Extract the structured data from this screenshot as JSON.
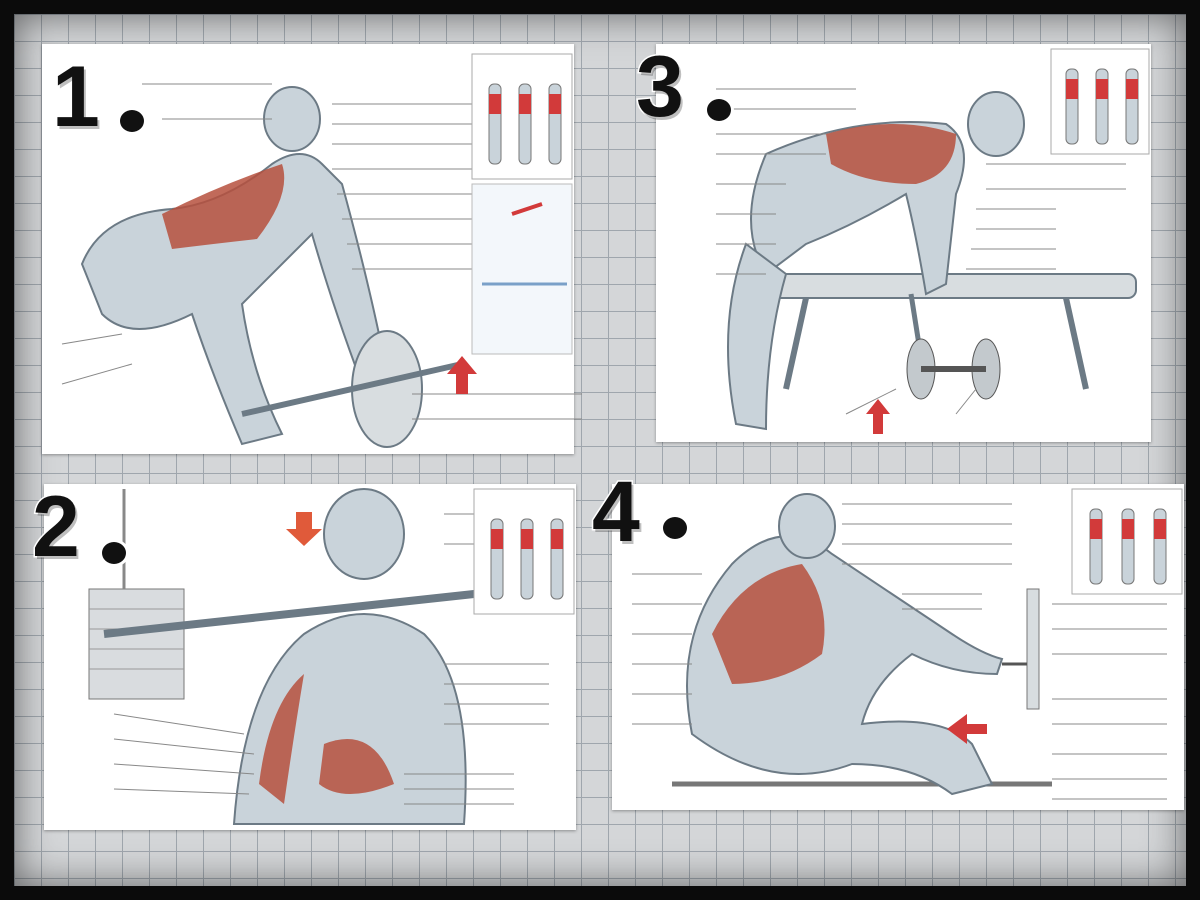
{
  "collage": {
    "panels": [
      {
        "number": "1",
        "exercise_icon": "barbell-row-figure",
        "highlight_color": "#d23a3a"
      },
      {
        "number": "2",
        "exercise_icon": "lat-pulldown-figure",
        "highlight_color": "#d23a3a"
      },
      {
        "number": "3",
        "exercise_icon": "dumbbell-row-figure",
        "highlight_color": "#d23a3a"
      },
      {
        "number": "4",
        "exercise_icon": "seated-cable-row-figure",
        "highlight_color": "#d23a3a"
      }
    ]
  }
}
